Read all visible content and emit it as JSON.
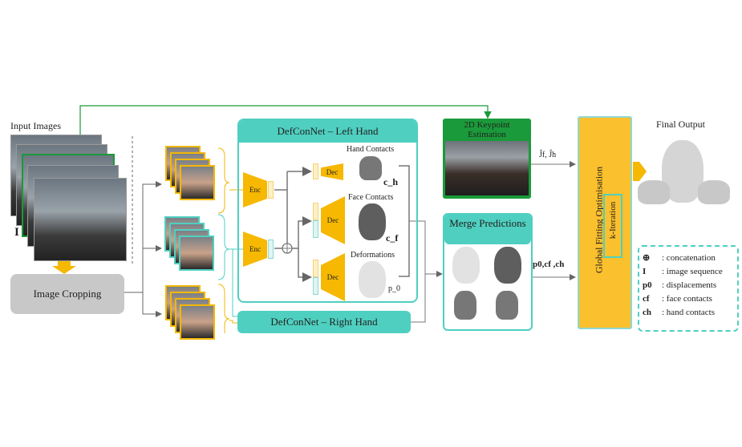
{
  "input": {
    "title": "Input Images",
    "symbol": "I"
  },
  "cropping": {
    "label": "Image Cropping"
  },
  "left_net": {
    "title": "DefConNet – Left Hand",
    "enc": "Enc",
    "dec": "Dec",
    "outputs": [
      {
        "label": "Hand Contacts",
        "symbol": "c_h"
      },
      {
        "label": "Face Contacts",
        "symbol": "c_f"
      },
      {
        "label": "Deformations",
        "symbol": "p_0"
      }
    ]
  },
  "right_net": {
    "title": "DefConNet – Right Hand"
  },
  "keypoint": {
    "title": "2D Keypoint Estimation",
    "output": "Ĵf, Ĵh"
  },
  "merge": {
    "title": "Merge Predictions",
    "output": "p0,cf ,ch"
  },
  "fitting": {
    "title": "Global Fitting Optimisation",
    "loop": "k-Iteration"
  },
  "final": {
    "title": "Final Output"
  },
  "legend": [
    {
      "symbol": "⊕",
      "text": ": concatenation"
    },
    {
      "symbol": "I",
      "text": ": image sequence"
    },
    {
      "symbol": "p0",
      "text": ": displacements"
    },
    {
      "symbol": "cf",
      "text": ": face contacts"
    },
    {
      "symbol": "ch",
      "text": ": hand contacts"
    }
  ],
  "colors": {
    "teal": "#4fcfc0",
    "yellow": "#f6b800",
    "green": "#1a9a3a",
    "gray": "#c8c8c8"
  }
}
